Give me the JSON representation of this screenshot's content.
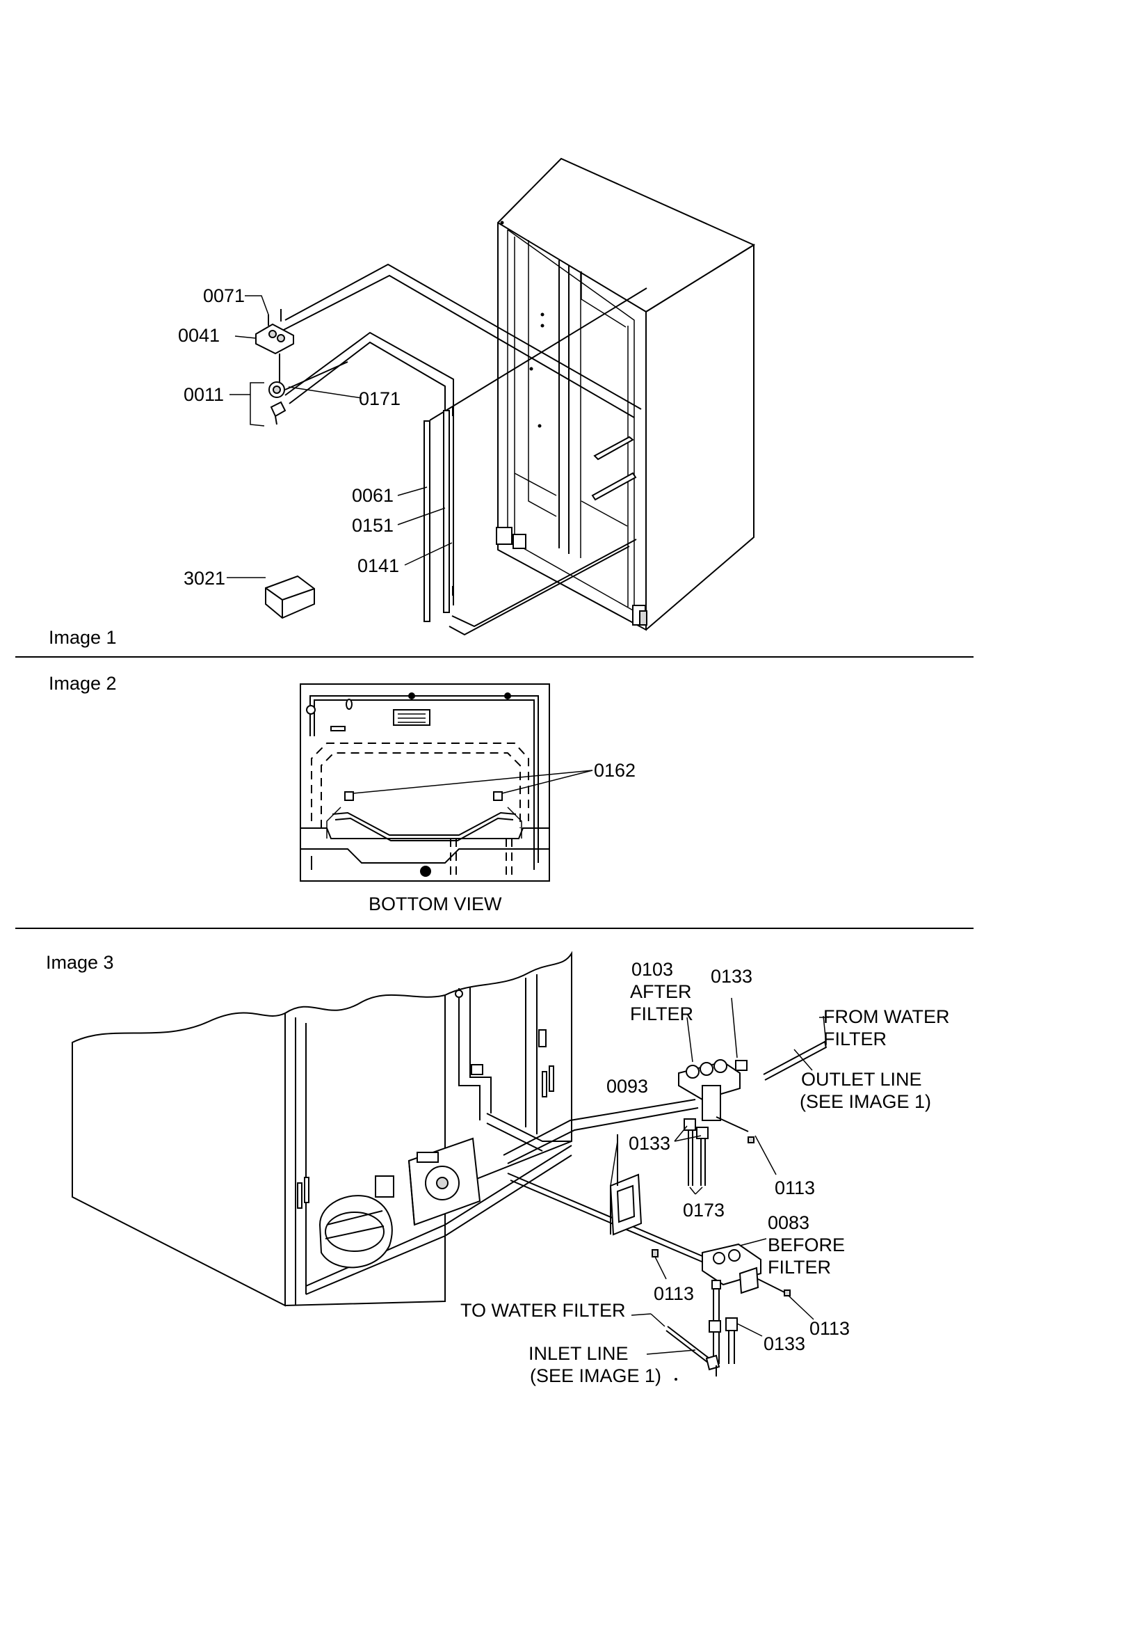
{
  "panels": {
    "image1_label": "Image 1",
    "image2_label": "Image 2",
    "image3_label": "Image 3",
    "bottom_view_caption": "BOTTOM VIEW"
  },
  "image1": {
    "callouts": {
      "p0071": "0071",
      "p0041": "0041",
      "p0011": "0011",
      "p0171": "0171",
      "p0061": "0061",
      "p0151": "0151",
      "p0141": "0141",
      "p3021": "3021"
    }
  },
  "image2": {
    "callouts": {
      "p0162": "0162"
    }
  },
  "image3": {
    "callouts": {
      "p0103": "0103",
      "after_filter_1": "AFTER",
      "after_filter_2": "FILTER",
      "p0133_top": "0133",
      "from_water_filter_1": "FROM WATER",
      "from_water_filter_2": "FILTER",
      "outlet_line_1": "OUTLET LINE",
      "outlet_line_2": "(SEE IMAGE 1)",
      "p0093": "0093",
      "p0133_mid": "0133",
      "p0113_right": "0113",
      "p0173": "0173",
      "p0083": "0083",
      "before_filter_1": "BEFORE",
      "before_filter_2": "FILTER",
      "p0113_bottom_left": "0113",
      "to_water_filter": "TO WATER FILTER",
      "p0113_bottom_right": "0113",
      "p0133_bottom": "0133",
      "inlet_line_1": "INLET LINE",
      "inlet_line_2": "(SEE IMAGE 1)"
    }
  }
}
